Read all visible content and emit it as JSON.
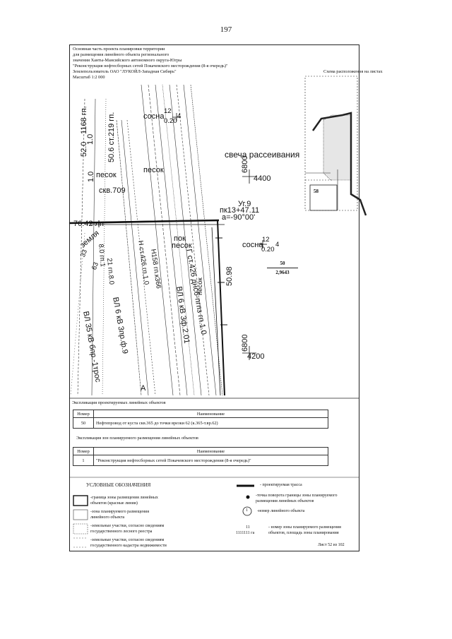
{
  "page": {
    "number": "197",
    "sheet": "Лист 52 из 102"
  },
  "header": {
    "lines": [
      "Основная часть проекта планировки территории",
      "для размещения линейного объекта регионального",
      "значения Ханты-Мансийского автономного округа-Югры",
      "\"Реконструкция нефтесборных сетей Покачевского месторождения (8-я очередь)\"",
      "Землепользователь ОАО \"ЛУКОЙЛ-Западная Сибирь\"",
      "Масштаб 1:2 000"
    ]
  },
  "scheme": {
    "title": "Схема расположения на листах",
    "sheet_label": "58"
  },
  "map": {
    "labels": {
      "l1": "1168 гп.",
      "l2": "52.0",
      "l3": "1.0",
      "l4": "1.0",
      "pine1": "сосна",
      "pine1_num": "12",
      "pine1_sub": "4",
      "pine1_val": "0.20",
      "st219": "50.6 ст.219 гп.",
      "candle": "свеча рассеивания",
      "sand1": "песок",
      "sand2": "песок",
      "well": "скв.709",
      "n6800a": "6800",
      "e4400": "4400",
      "ug": "Уг.9",
      "pk": "пк13+47.11",
      "a": "а=-90°00'",
      "dist": "76.42 лп",
      "earth": "земля",
      "r33": "33",
      "r63": "63",
      "sandlow": "пок",
      "sand3": "песок",
      "pine2": "сосна",
      "pine2_num": "12",
      "pine2_sub": "4",
      "pine2_val": "0.20",
      "d5098": "50.98",
      "gst": "Г ст.426 днс6-пгпз гп.1.0",
      "n6800b": "6800",
      "e4200": "4200",
      "vl6a": "ВЛ 6 кВ 3ф.2.01",
      "vl35": "ВЛ 35 кВ бпр.-1трос",
      "vl6b": "ВЛ 6 кВ 3пр.ф.9",
      "p8": "8.0 гп.1",
      "p21": "21 гп.8.0",
      "h426": "Н ст.426 гп.1.0",
      "h158": "Н158 гп.к366",
      "sand4": "песок",
      "letter_a": "А"
    },
    "parcel": {
      "number": "50",
      "area": "2,9643"
    }
  },
  "linear_objects": {
    "title": "Экспликация проектируемых линейных объектов",
    "headers": [
      "Номер",
      "Наименование"
    ],
    "rows": [
      {
        "num": "50",
        "name": "Нефтепровод от куста скв.365 до точки врезки 62 (к.365-т.вр.62)"
      }
    ]
  },
  "zones": {
    "title": "Экспликация зон планируемого размещения линейных объектов",
    "headers": [
      "Номер",
      "Наименование"
    ],
    "rows": [
      {
        "num": "1",
        "name": "\"Реконструкция нефтесборных сетей Покачевского месторождения (8-я очередь)\""
      }
    ]
  },
  "legend": {
    "title": "УСЛОВНЫЕ ОБОЗНАЧЕНИЯ",
    "items": {
      "red_lines": "-граница зоны размещения линейных\nобъектов (красные линии)",
      "zone_num": "-зона планируемого размещения\nлинейного объекта",
      "land_reg": "-земельные участки, согласно сведениям\nгосударственного лесного реестра",
      "land_cad": "-земельные участки, согласно сведениям\nгосударственного кадастра недвижимости",
      "route": "- проектируемая трасса",
      "turn_point": "-точка поворота границы зоны планируемого\nразмещения линейных объектов",
      "obj_num": "-номер линейного объекта",
      "zone_area": "- номер зоны планируемого размещения\nобъектов, площадь зоны планирования",
      "zone_area_key1": "11",
      "zone_area_key2": "1111111 га",
      "obj_num_key": "1"
    }
  }
}
